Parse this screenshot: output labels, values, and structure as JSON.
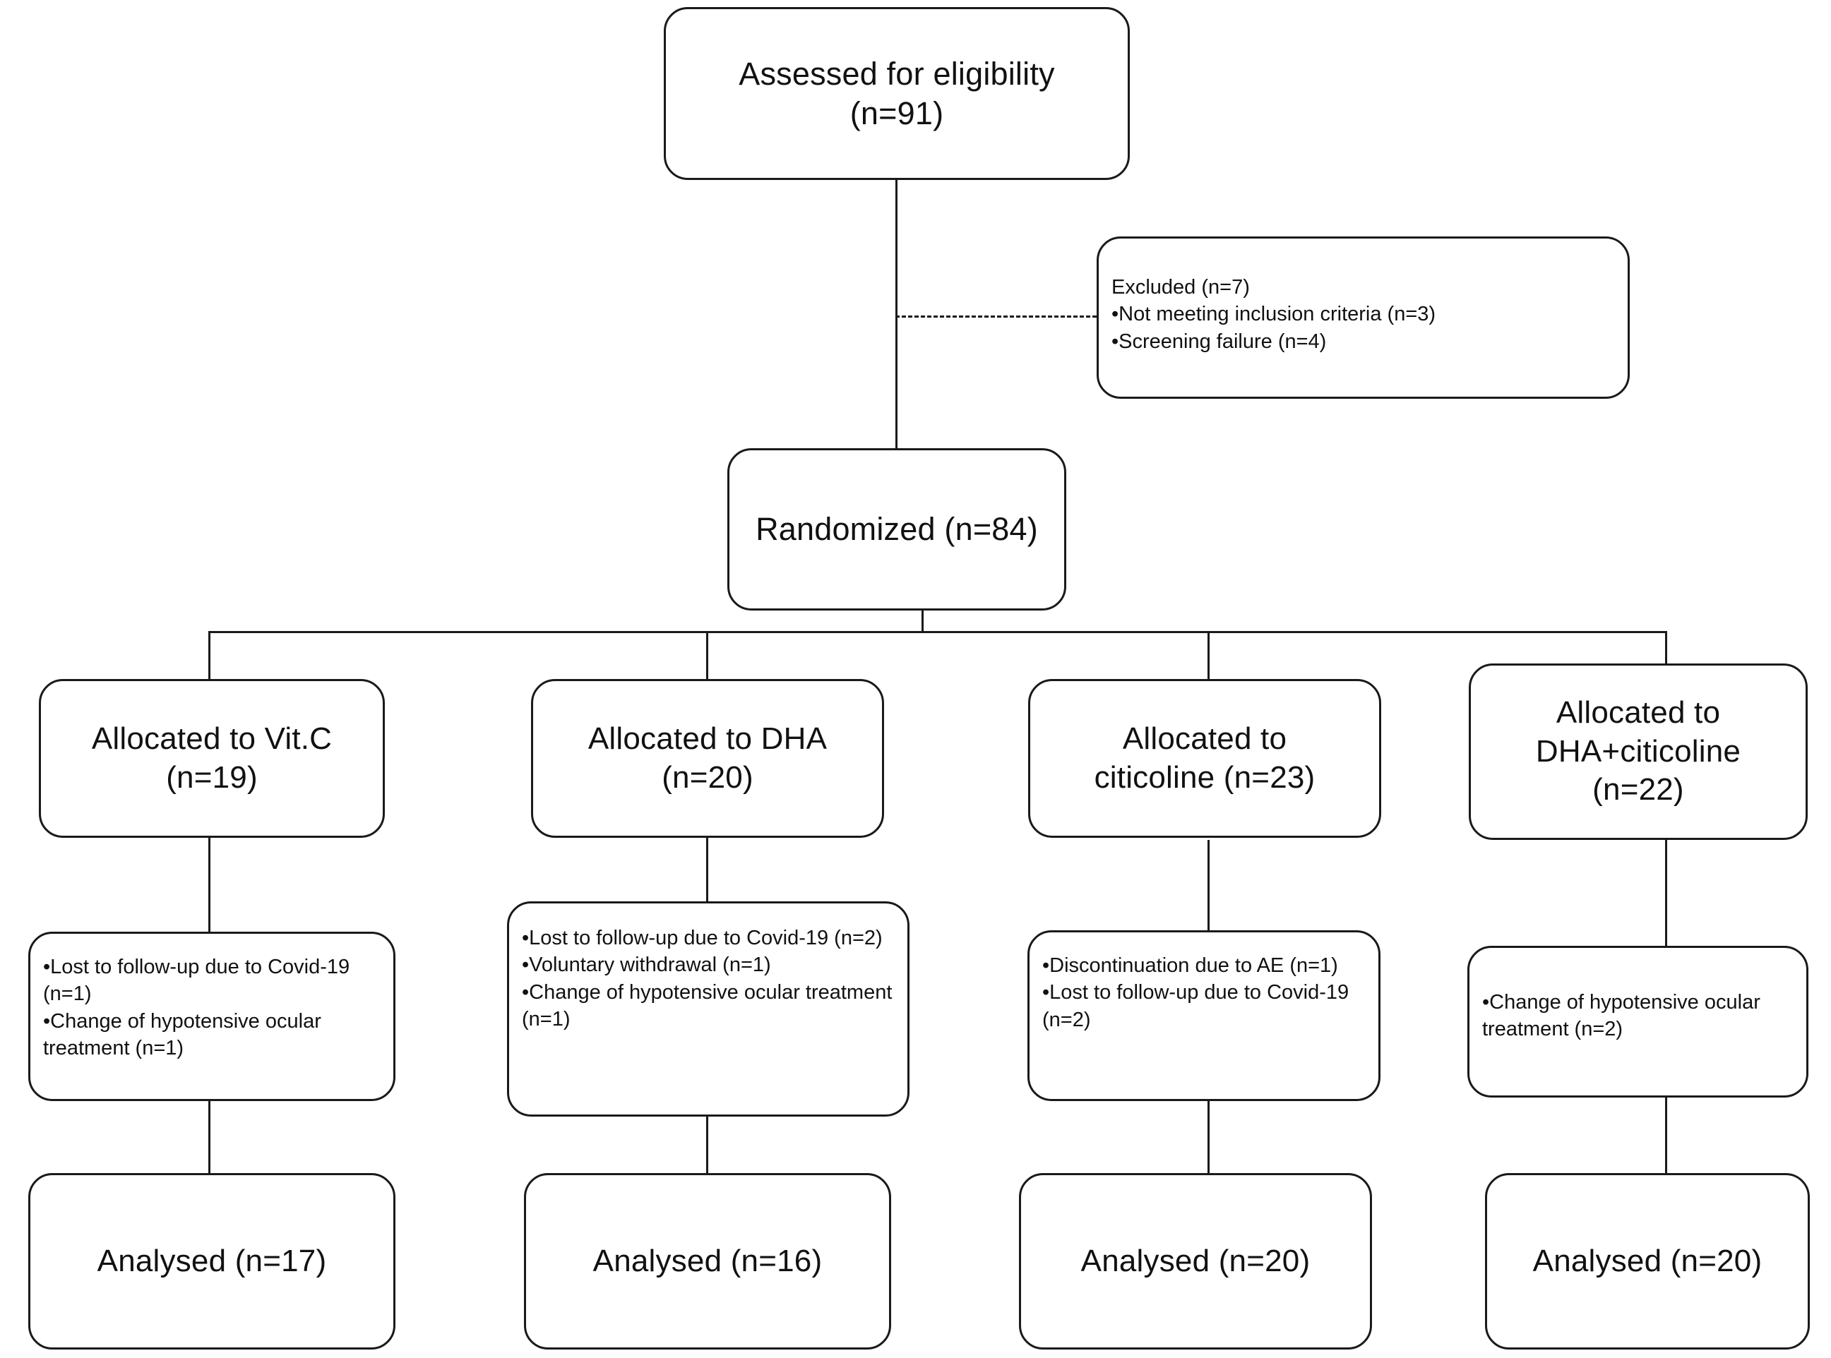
{
  "diagram": {
    "type": "consort-flow-diagram",
    "title_visible": false
  },
  "nodes": {
    "assessed": {
      "label": "Assessed for eligibility\n(n=91)",
      "n": 91
    },
    "excluded": {
      "heading": "Excluded (n=7)",
      "items": [
        "•Not meeting inclusion criteria (n=3)",
        "•Screening failure (n=4)"
      ],
      "n": 7
    },
    "randomized": {
      "label": "Randomized (n=84)",
      "n": 84
    },
    "allocation": [
      {
        "label": "Allocated to Vit.C\n(n=19)",
        "n": 19
      },
      {
        "label": "Allocated to DHA\n(n=20)",
        "n": 20
      },
      {
        "label": "Allocated to\nciticoline (n=23)",
        "n": 23
      },
      {
        "label": "Allocated to\nDHA+citicoline\n(n=22)",
        "n": 22
      }
    ],
    "followup": [
      {
        "items": [
          "•Lost to follow-up due to\nCovid-19 (n=1)",
          "•Change of hypotensive ocular\ntreatment (n=1)"
        ]
      },
      {
        "items": [
          "•Lost to follow-up due to Covid-19\n(n=2)",
          "•Voluntary withdrawal (n=1)",
          "•Change of hypotensive ocular\ntreatment (n=1)"
        ]
      },
      {
        "items": [
          "•Discontinuation due to AE\n(n=1)",
          "•Lost to follow-up due to\nCovid-19 (n=2)"
        ]
      },
      {
        "items": [
          "•Change of hypotensive\nocular treatment (n=2)"
        ]
      }
    ],
    "analysed": [
      {
        "label": "Analysed (n=17)",
        "n": 17
      },
      {
        "label": "Analysed (n=16)",
        "n": 16
      },
      {
        "label": "Analysed (n=20)",
        "n": 20
      },
      {
        "label": "Analysed (n=20)",
        "n": 20
      }
    ]
  },
  "colors": {
    "stroke": "#1a1a1a",
    "background": "#ffffff",
    "text": "#111111"
  }
}
